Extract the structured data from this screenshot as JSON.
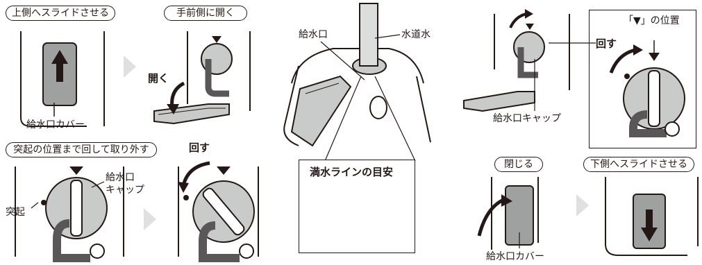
{
  "steps": {
    "slide_up": "上側へスライドさせる",
    "open_front": "手前側に開く",
    "remove_cap": "突起の位置まで回して取り外す",
    "close": "閉じる",
    "slide_down": "下側へスライドさせる"
  },
  "labels": {
    "open": "開く",
    "rotate_left": "回す",
    "rotate_right": "回す",
    "inlet_cover_1": "給水口カバー",
    "inlet_cover_2": "給水口カバー",
    "inlet_cap_a": "給水口",
    "inlet_cap_b": "キャップ",
    "inlet_cap_full": "給水口キャップ",
    "protrusion": "突起",
    "inlet": "給水口",
    "tap_water": "水道水",
    "full_line": "満水ラインの目安",
    "triangle_position": "「▼」の位置"
  },
  "colors": {
    "line": "#231815",
    "cover_gray": "#9fa0a0",
    "cap_gray": "#c9caca",
    "dark_part": "#595757",
    "arrow_gray": "#e0e0e0"
  }
}
